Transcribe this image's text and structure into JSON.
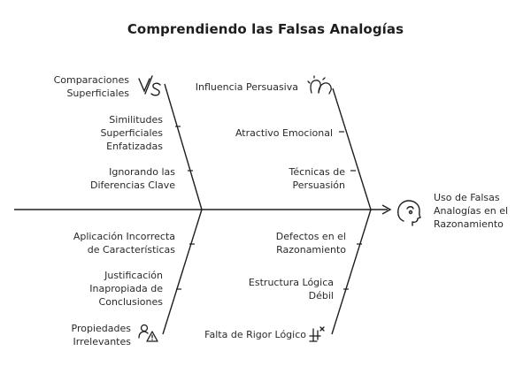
{
  "title": "Comprendiendo las Falsas Analogías",
  "effect": [
    "Uso de Falsas",
    "Analogías en el",
    "Razonamiento"
  ],
  "top_left": {
    "head": [
      "Comparaciones",
      "Superficiales"
    ],
    "items": [
      [
        "Similitudes",
        "Superficiales",
        "Enfatizadas"
      ],
      [
        "Ignorando las",
        "Diferencias Clave"
      ]
    ]
  },
  "top_right": {
    "head": [
      "Influencia Persuasiva"
    ],
    "items": [
      [
        "Atractivo Emocional"
      ],
      [
        "Técnicas de",
        "Persuasión"
      ]
    ]
  },
  "bottom_left": {
    "items": [
      [
        "Aplicación Incorrecta",
        "de Características"
      ],
      [
        "Justificación",
        "Inapropiada de",
        "Conclusiones"
      ]
    ],
    "head": [
      "Propiedades",
      "Irrelevantes"
    ]
  },
  "bottom_right": {
    "items": [
      [
        "Defectos en el",
        "Razonamiento"
      ],
      [
        "Estructura Lógica",
        "Débil"
      ]
    ],
    "head": [
      "Falta de Rigor Lógico"
    ]
  },
  "icons": {
    "comparaciones": "versus-icon",
    "influencia": "two-heads-icon",
    "propiedades": "person-warning-icon",
    "rigor": "scale-x-icon",
    "effect": "head-profile-icon"
  },
  "colors": {
    "line": "#1e1e1e",
    "text": "#2a2a2a"
  }
}
